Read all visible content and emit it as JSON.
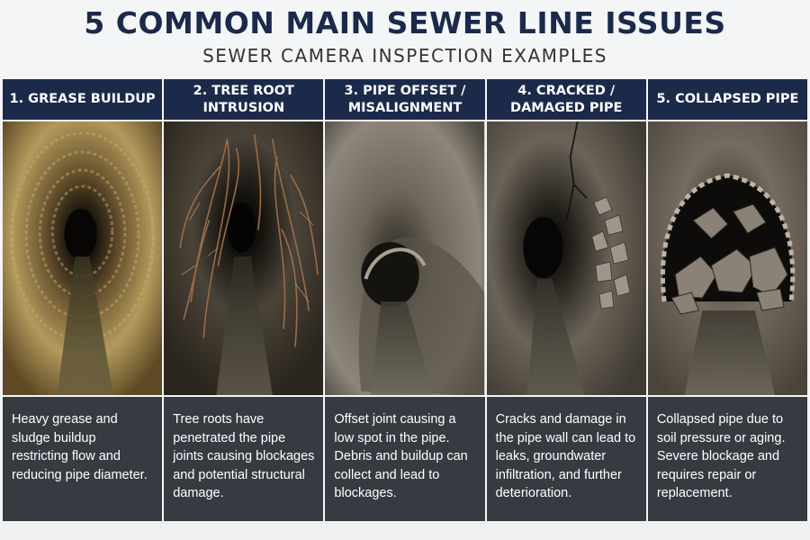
{
  "title": "5 COMMON MAIN SEWER LINE ISSUES",
  "subtitle": "SEWER CAMERA INSPECTION EXAMPLES",
  "panels": [
    {
      "heading": "1. GREASE BUILDUP",
      "description": "Heavy grease and sludge buildup restricting flow and reducing pipe diameter."
    },
    {
      "heading": "2. TREE ROOT INTRUSION",
      "description": "Tree roots have penetrated the pipe joints causing blockages and potential structural damage."
    },
    {
      "heading": "3. PIPE OFFSET / MISALIGNMENT",
      "description": "Offset joint causing a low spot in the pipe. Debris and buildup can collect and lead to blockages."
    },
    {
      "heading": "4. CRACKED / DAMAGED PIPE",
      "description": "Cracks and damage in the pipe wall can lead to leaks, groundwater infiltration, and further deterioration."
    },
    {
      "heading": "5. COLLAPSED PIPE",
      "description": "Collapsed pipe due to soil pressure or aging. Severe blockage and requires repair or replacement."
    }
  ],
  "colors": {
    "header_navy": "#1c2a4a",
    "description_bg": "#363b42",
    "title_text": "#1b2a4a"
  }
}
